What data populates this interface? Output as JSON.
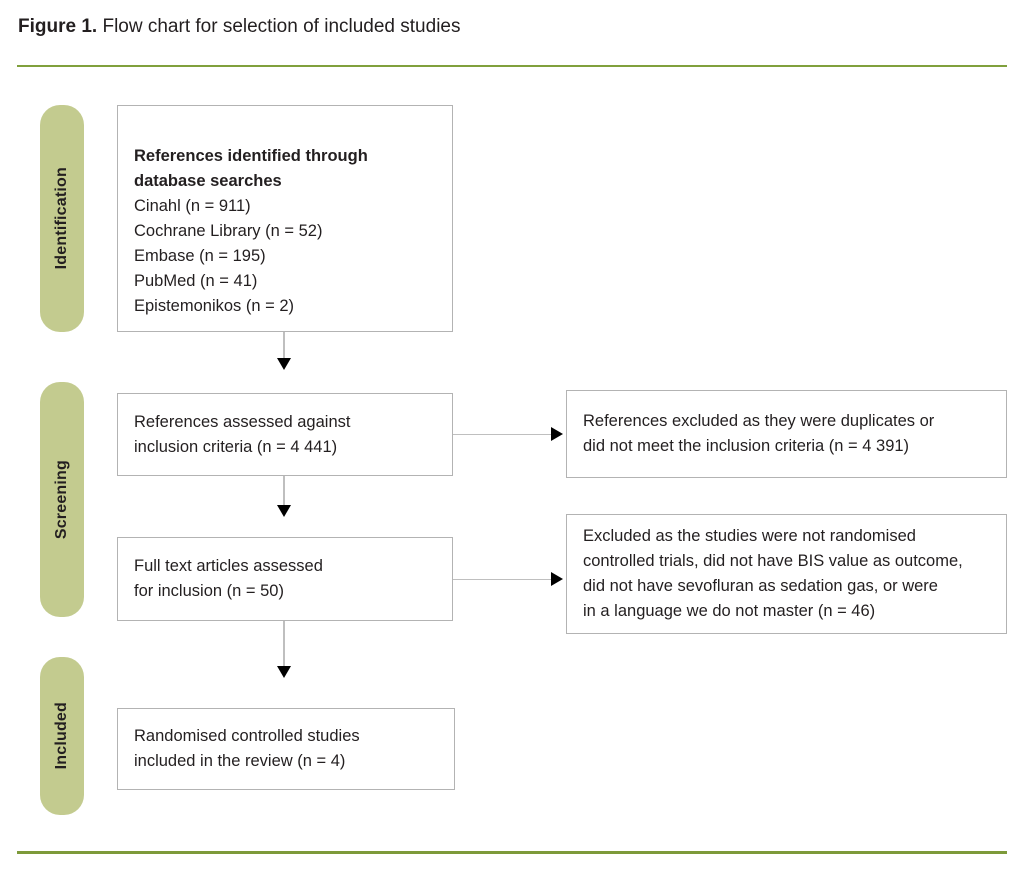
{
  "figure": {
    "label": "Figure 1.",
    "caption": " Flow chart for selection of included studies"
  },
  "colors": {
    "stage_bar": "#c3cb8f",
    "rule_green": "#7d9a3a",
    "box_border": "#b3b3b3",
    "connector": "#bfbfbf",
    "arrow_head": "#000000",
    "text": "#231f20"
  },
  "stages": [
    {
      "id": "identification",
      "label": "Identification"
    },
    {
      "id": "screening",
      "label": "Screening"
    },
    {
      "id": "included",
      "label": "Included"
    }
  ],
  "boxes": {
    "identified": {
      "heading": "References identified through\ndatabase searches",
      "body": "Cinahl (n = 911)\nCochrane Library (n = 52)\nEmbase (n = 195)\nPubMed (n = 41)\nEpistemonikos (n = 2)"
    },
    "assessed": {
      "body": "References assessed against\ninclusion criteria (n = 4 441)"
    },
    "excluded_1": {
      "body": "References excluded as they were duplicates or\ndid not meet the inclusion criteria (n = 4 391)"
    },
    "fulltext": {
      "body": "Full text articles assessed\nfor inclusion (n = 50)"
    },
    "excluded_2": {
      "body": "Excluded as the studies were not randomised\ncontrolled trials, did not have BIS value as outcome,\ndid not have sevofluran as sedation gas, or were\nin a language we do not master (n = 46)"
    },
    "included": {
      "body": "Randomised controlled studies\nincluded in the review (n = 4)"
    }
  },
  "chart_data": {
    "type": "diagram",
    "title": "Flow chart for selection of included studies",
    "diagram_kind": "PRISMA flow chart",
    "stages": [
      "Identification",
      "Screening",
      "Included"
    ],
    "nodes": [
      {
        "id": "identified",
        "stage": "Identification",
        "heading": "References identified through database searches",
        "sources": [
          {
            "name": "Cinahl",
            "n": 911
          },
          {
            "name": "Cochrane Library",
            "n": 52
          },
          {
            "name": "Embase",
            "n": 195
          },
          {
            "name": "PubMed",
            "n": 41
          },
          {
            "name": "Epistemonikos",
            "n": 2
          }
        ]
      },
      {
        "id": "assessed",
        "stage": "Screening",
        "text": "References assessed against inclusion criteria",
        "n": 4441
      },
      {
        "id": "excluded_1",
        "stage": "Screening",
        "text": "References excluded as they were duplicates or did not meet the inclusion criteria",
        "n": 4391
      },
      {
        "id": "fulltext",
        "stage": "Screening",
        "text": "Full text articles assessed for inclusion",
        "n": 50
      },
      {
        "id": "excluded_2",
        "stage": "Screening",
        "text": "Excluded as the studies were not randomised controlled trials, did not have BIS value as outcome, did not have sevofluran as sedation gas, or were in a language we do not master",
        "n": 46
      },
      {
        "id": "included",
        "stage": "Included",
        "text": "Randomised controlled studies included in the review",
        "n": 4
      }
    ],
    "edges": [
      {
        "from": "identified",
        "to": "assessed",
        "direction": "down"
      },
      {
        "from": "assessed",
        "to": "excluded_1",
        "direction": "right"
      },
      {
        "from": "assessed",
        "to": "fulltext",
        "direction": "down"
      },
      {
        "from": "fulltext",
        "to": "excluded_2",
        "direction": "right"
      },
      {
        "from": "fulltext",
        "to": "included",
        "direction": "down"
      }
    ]
  }
}
